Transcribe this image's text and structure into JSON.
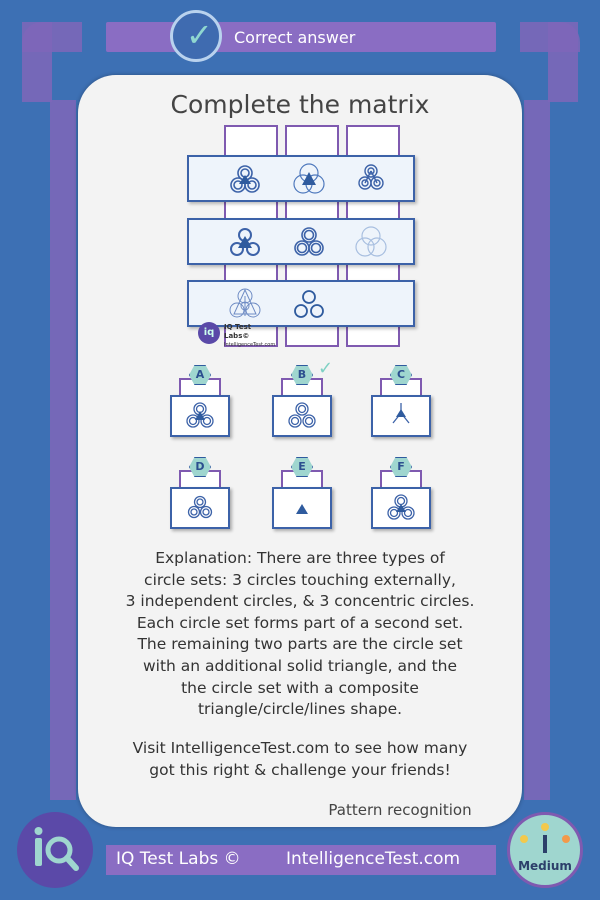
{
  "header": {
    "status": "Correct answer"
  },
  "puzzle": {
    "title": "Complete the matrix"
  },
  "watermark": {
    "logo": "iq",
    "line1": "IQ Test Labs©",
    "line2": "IntelligenceTest.com"
  },
  "options": [
    {
      "label": "A",
      "correct": false
    },
    {
      "label": "B",
      "correct": true
    },
    {
      "label": "C",
      "correct": false
    },
    {
      "label": "D",
      "correct": false
    },
    {
      "label": "E",
      "correct": false
    },
    {
      "label": "F",
      "correct": false
    }
  ],
  "explanation": {
    "lines": [
      "Explanation: There are three types of",
      "circle sets: 3 circles touching externally,",
      "3 independent circles, & 3 concentric circles.",
      "Each circle set forms part of a second set.",
      "The remaining two parts are the circle set",
      "with an additional solid triangle, and the",
      "the circle set  with a composite",
      "triangle/circle/lines shape."
    ],
    "visit_lines": [
      "Visit IntelligenceTest.com to see how many",
      "got this right & challenge your friends!"
    ]
  },
  "category": "Pattern recognition",
  "footer": {
    "brand": "IQ Test Labs ©",
    "site": "IntelligenceTest.com"
  },
  "difficulty": {
    "label": "Medium"
  },
  "colors": {
    "background": "#3d70b4",
    "frame": "#8a6dc3",
    "accent": "#9fd6cf",
    "shape": "#3c62a8"
  }
}
